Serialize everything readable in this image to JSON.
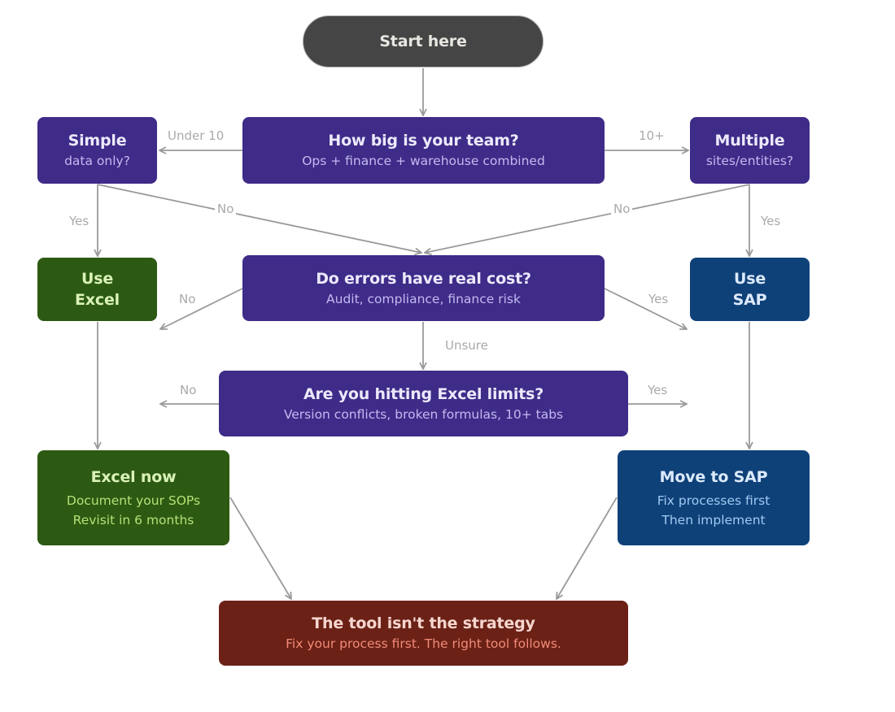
{
  "colors": {
    "question": "#3f2b88",
    "excel": "#2d5a12",
    "sap": "#0f4179",
    "conclusion": "#6b2116",
    "start": "#464546",
    "connector": "#9a9a9a"
  },
  "nodes": {
    "start": {
      "title": "Start here"
    },
    "team_size": {
      "title": "How big is your team?",
      "subtitle": "Ops + finance + warehouse combined"
    },
    "simple": {
      "title": "Simple",
      "subtitle": "data only?"
    },
    "multiple": {
      "title": "Multiple",
      "subtitle": "sites/entities?"
    },
    "errors_cost": {
      "title": "Do errors have real cost?",
      "subtitle": "Audit, compliance, finance risk"
    },
    "use_excel": {
      "title": "Use",
      "title2": "Excel"
    },
    "use_sap": {
      "title": "Use",
      "title2": "SAP"
    },
    "excel_limits": {
      "title": "Are you hitting Excel limits?",
      "subtitle": "Version conflicts, broken formulas, 10+ tabs"
    },
    "excel_now": {
      "title": "Excel now",
      "line1": "Document your SOPs",
      "line2": "Revisit in 6 months"
    },
    "move_sap": {
      "title": "Move to SAP",
      "line1": "Fix processes first",
      "line2": "Then implement"
    },
    "strategy": {
      "title": "The tool isn't the strategy",
      "subtitle": "Fix your process first. The right tool follows."
    }
  },
  "edge_labels": {
    "under_10": "Under 10",
    "ten_plus": "10+",
    "simple_yes": "Yes",
    "simple_no": "No",
    "multiple_no": "No",
    "multiple_yes": "Yes",
    "errors_no": "No",
    "errors_yes": "Yes",
    "unsure": "Unsure",
    "limits_no": "No",
    "limits_yes": "Yes"
  }
}
